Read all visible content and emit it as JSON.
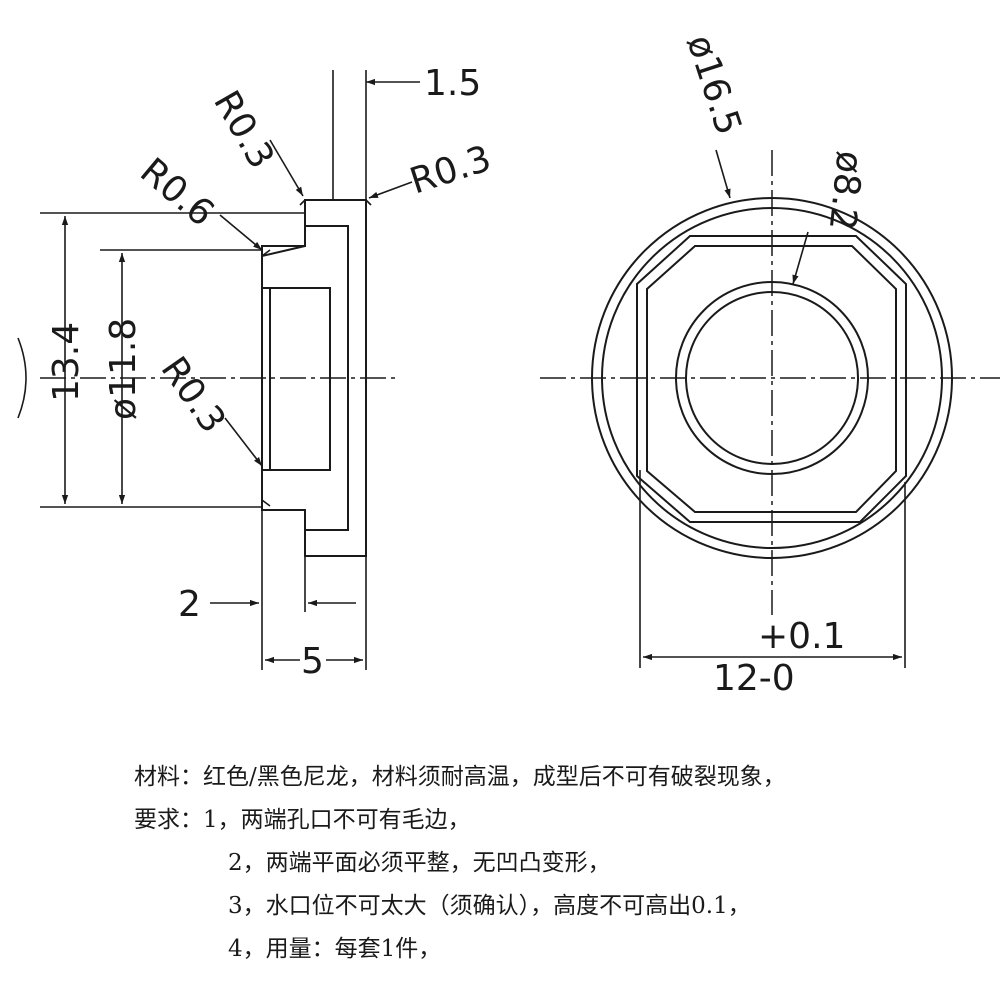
{
  "side_view": {
    "dim_top_width": "1.5",
    "radius_top_left": "R0.3",
    "radius_top_right": "R0.3",
    "radius_step": "R0.6",
    "radius_bore": "R0.3",
    "dim_outer_height": "13.4",
    "dim_bore_diameter": "ø11.8",
    "dim_bottom_step": "2",
    "dim_total_width": "5"
  },
  "front_view": {
    "dim_outer_diameter": "ø16.5",
    "dim_inner_diameter": "ø8.2",
    "dim_flat_width": "12-0",
    "dim_flat_tolerance": "+0.1"
  },
  "notes": {
    "material": "材料：红色/黑色尼龙，材料须耐高温，成型后不可有破裂现象，",
    "requirement_1": "要求：1，两端孔口不可有毛边，",
    "requirement_2": "2，两端平面必须平整，无凹凸变形，",
    "requirement_3": "3，水口位不可太大（须确认），高度不可高出0.1，",
    "requirement_4": "4，用量：每套1件，"
  }
}
